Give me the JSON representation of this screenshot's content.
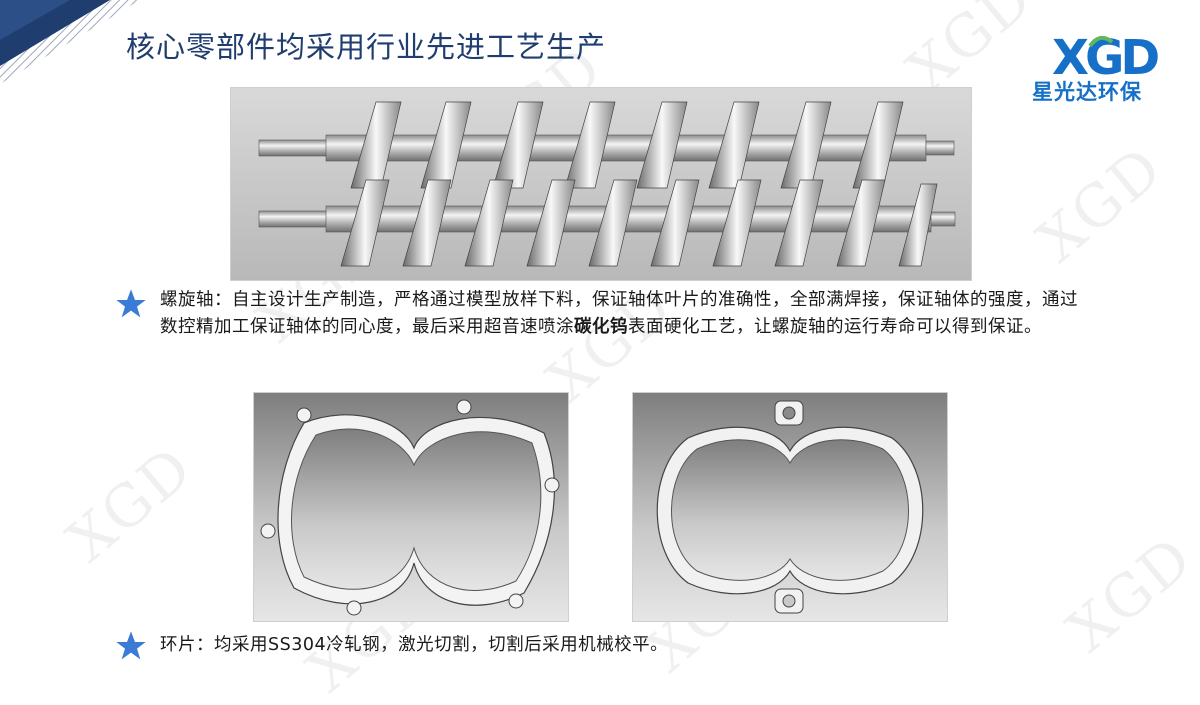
{
  "title": "核心零部件均采用行业先进工艺生产",
  "logo": {
    "icon_text": "XGD",
    "company_name": "星光达环保"
  },
  "watermark": "XGD",
  "sections": [
    {
      "image": "twin-screw-shafts",
      "text_before": "螺旋轴：自主设计生产制造，严格通过模型放样下料，保证轴体叶片的准确性，全部满焊接，保证轴体的强度，通过数控精加工保证轴体的同心度，最后采用超音速喷涂",
      "text_bold": "碳化钨",
      "text_after": "表面硬化工艺，让螺旋轴的运行寿命可以得到保证。"
    },
    {
      "images": [
        "ring-plate-with-lugs",
        "ring-plate-oval"
      ],
      "text": "环片：均采用SS304冷轧钢，激光切割，切割后采用机械校平。"
    }
  ],
  "colors": {
    "title": "#1f3d6e",
    "brand": "#1670c8",
    "star": "#3a7bd5",
    "corner": "#1f3d6e"
  }
}
